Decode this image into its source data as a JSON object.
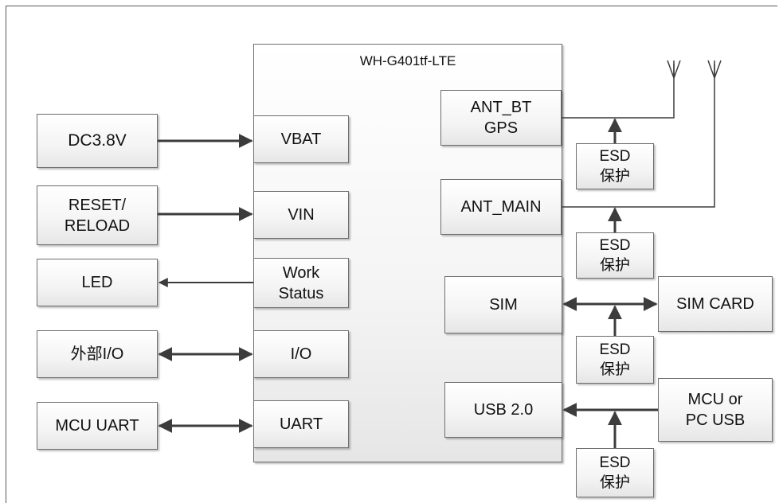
{
  "module": {
    "title": "WH-G401tf-LTE"
  },
  "left": {
    "dc": "DC3.8V",
    "reset": "RESET/\nRELOAD",
    "led": "LED",
    "ext_io": "外部I/O",
    "mcu_uart": "MCU UART"
  },
  "pins": {
    "vbat": "VBAT",
    "vin": "VIN",
    "work_status": "Work\nStatus",
    "io": "I/O",
    "uart": "UART",
    "ant_bt": "ANT_BT\nGPS",
    "ant_main": "ANT_MAIN",
    "sim": "SIM",
    "usb": "USB 2.0"
  },
  "right": {
    "sim_card": "SIM CARD",
    "mcu_pc_usb": "MCU or\nPC USB"
  },
  "esd": {
    "label": "ESD\n保护"
  },
  "colors": {
    "line": "#3c3c3c",
    "border": "#6e6e6e"
  }
}
